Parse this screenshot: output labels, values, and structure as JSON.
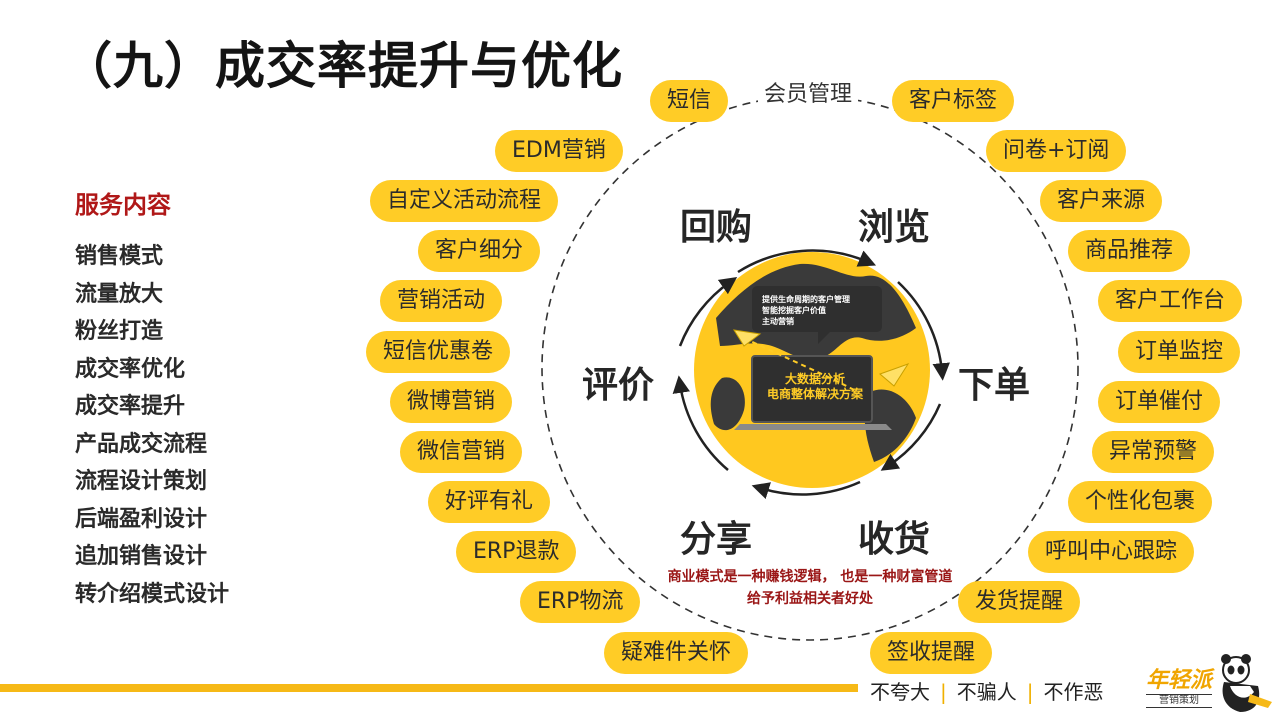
{
  "title": "（九）成交率提升与优化",
  "sidebar": {
    "heading": "服务内容",
    "items": [
      "销售模式",
      "流量放大",
      "粉丝打造",
      "成交率优化",
      "成交率提升",
      "产品成交流程",
      "流程设计策划",
      "后端盈利设计",
      "追加销售设计",
      "转介绍模式设计"
    ]
  },
  "center_label": "会员管理",
  "left_pills": [
    "短信",
    "EDM营销",
    "自定义活动流程",
    "客户细分",
    "营销活动",
    "短信优惠卷",
    "微博营销",
    "微信营销",
    "好评有礼",
    "ERP退款",
    "ERP物流",
    "疑难件关怀"
  ],
  "right_pills": [
    "客户标签",
    "问卷+订阅",
    "客户来源",
    "商品推荐",
    "客户工作台",
    "订单监控",
    "订单催付",
    "异常预警",
    "个性化包裹",
    "呼叫中心跟踪",
    "发货提醒",
    "签收提醒"
  ],
  "stages": {
    "repurchase": "回购",
    "browse": "浏览",
    "order": "下单",
    "receive": "收货",
    "share": "分享",
    "review": "评价"
  },
  "bubble_lines": [
    "提供生命周期的客户管理",
    "智能挖掘客户价值",
    "主动营销"
  ],
  "screen_lines": [
    "大数据分析",
    "电商整体解决方案"
  ],
  "business_lines": [
    "商业模式是一种赚钱逻辑， 也是一种财富管道",
    "给予利益相关者好处"
  ],
  "slogan": [
    "不夸大",
    "不骗人",
    "不作恶"
  ],
  "brand": {
    "name": "年轻派",
    "sub": "营销策划"
  },
  "colors": {
    "accent": "#ffcc26",
    "heading_red": "#b01818"
  }
}
